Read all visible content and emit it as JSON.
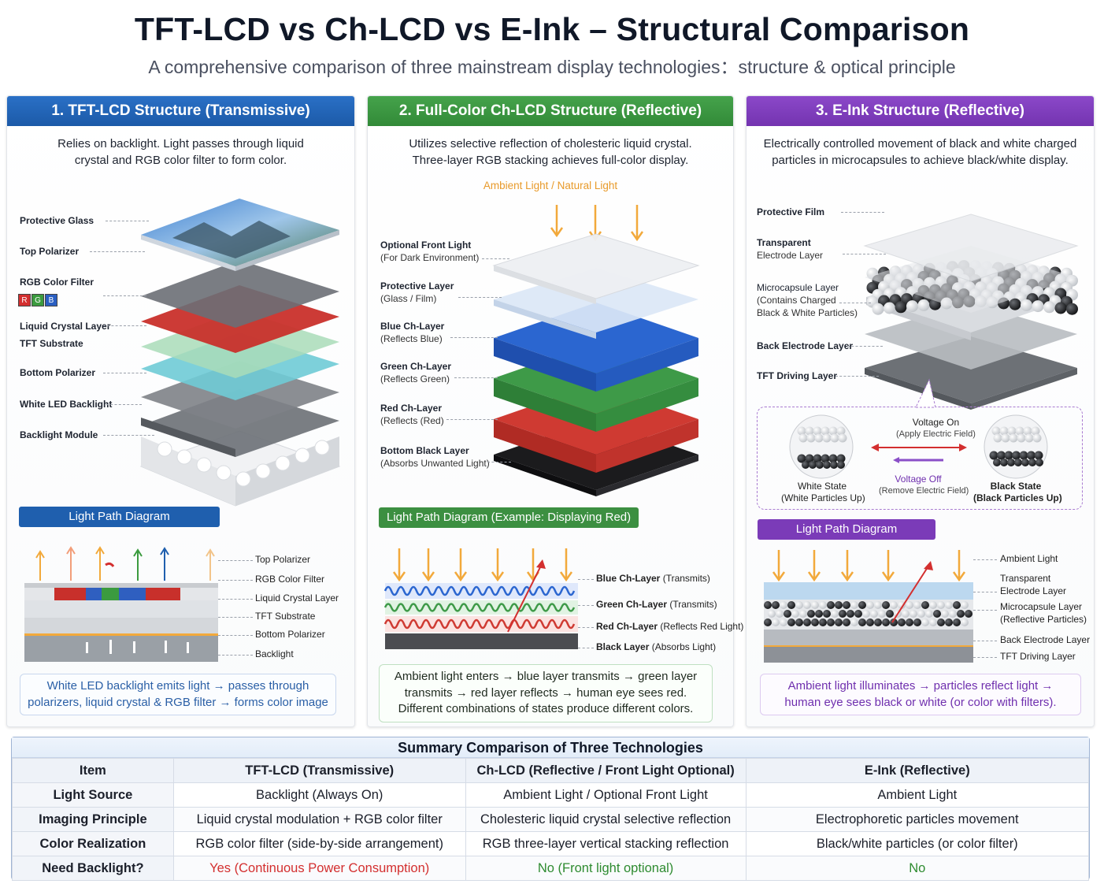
{
  "title": "TFT-LCD vs Ch-LCD vs E-Ink – Structural Comparison",
  "subtitle": "A comprehensive comparison of three mainstream display technologies：structure & optical principle",
  "panels": {
    "tft": {
      "heading": "1. TFT-LCD Structure (Transmissive)",
      "desc": [
        "Relies on backlight. Light passes through liquid",
        "crystal and RGB color filter to form color."
      ],
      "layers": [
        "Protective Glass",
        "Top Polarizer",
        "RGB Color Filter",
        "Liquid Crystal Layer",
        "TFT Substrate",
        "Bottom Polarizer",
        "White LED Backlight",
        "Backlight Module"
      ],
      "rgb_chips": [
        "R",
        "G",
        "B"
      ],
      "diagram_title": "Light Path Diagram",
      "diagram_labels": [
        "Top Polarizer",
        "RGB Color Filter",
        "Liquid Crystal Layer",
        "TFT Substrate",
        "Bottom Polarizer",
        "Backlight"
      ],
      "note": [
        "White LED backlight emits light → passes through",
        "polarizers, liquid crystal & RGB filter → forms color image"
      ]
    },
    "chlcd": {
      "heading": "2. Full-Color Ch-LCD Structure (Reflective)",
      "desc": [
        "Utilizes selective reflection of cholesteric liquid crystal.",
        "Three-layer RGB stacking achieves full-color display."
      ],
      "ambient_label": "Ambient Light / Natural Light",
      "layers": [
        {
          "name": "Optional Front Light",
          "sub": "(For Dark Environment)"
        },
        {
          "name": "Protective Layer",
          "sub": "(Glass / Film)"
        },
        {
          "name": "Blue Ch-Layer",
          "sub": "(Reflects Blue)"
        },
        {
          "name": "Green Ch-Layer",
          "sub": "(Reflects Green)"
        },
        {
          "name": "Red Ch-Layer",
          "sub": "(Reflects (Red)"
        },
        {
          "name": "Bottom Black Layer",
          "sub": "(Absorbs Unwanted Light)"
        }
      ],
      "diagram_title": "Light Path Diagram (Example: Displaying Red)",
      "diagram_labels": [
        {
          "name": "Blue Ch-Layer",
          "sub": "(Transmits)"
        },
        {
          "name": "Green Ch-Layer",
          "sub": "(Transmits)"
        },
        {
          "name": "Red Ch-Layer",
          "sub": "(Reflects Red Light)"
        },
        {
          "name": "Black Layer",
          "sub": "(Absorbs Light)"
        }
      ],
      "note": [
        "Ambient light enters → blue layer transmits → green layer",
        "transmits → red layer reflects → human eye sees red.",
        "Different combinations of states produce different colors."
      ]
    },
    "eink": {
      "heading": "3. E-Ink Structure (Reflective)",
      "desc": [
        "Electrically controlled movement of black and white charged",
        "particles in microcapsules to achieve black/white display."
      ],
      "layers": [
        {
          "name": "Protective Film",
          "sub": ""
        },
        {
          "name": "Transparent",
          "sub": "Electrode Layer"
        },
        {
          "name": "Microcapsule Layer",
          "sub": "(Contains Charged",
          "sub2": "Black & White Particles)"
        },
        {
          "name": "Back Electrode Layer",
          "sub": ""
        },
        {
          "name": "TFT Driving Layer",
          "sub": ""
        }
      ],
      "states": {
        "voltage_on": "Voltage On",
        "voltage_on_sub": "(Apply Electric Field)",
        "voltage_off": "Voltage Off",
        "voltage_off_sub": "(Remove Electric Field)",
        "white_state": "White State",
        "white_state_sub": "(White Particles Up)",
        "black_state": "Black State",
        "black_state_sub": "(Black Particles Up)"
      },
      "diagram_title": "Light Path Diagram",
      "diagram_labels": [
        "Ambient Light",
        "Transparent",
        "Electrode Layer",
        "Microcapsule Layer",
        "(Reflective Particles)",
        "Back Electrode Layer",
        "TFT Driving Layer"
      ],
      "note": [
        "Ambient light illuminates → particles reflect light →",
        "human eye sees black or white (or color with filters)."
      ]
    }
  },
  "summary": {
    "title": "Summary Comparison of Three Technologies",
    "headers": [
      "Item",
      "TFT-LCD (Transmissive)",
      "Ch-LCD (Reflective / Front Light Optional)",
      "E-Ink (Reflective)"
    ],
    "rows": [
      [
        "Light Source",
        "Backlight (Always On)",
        "Ambient Light / Optional Front Light",
        "Ambient Light"
      ],
      [
        "Imaging Principle",
        "Liquid crystal modulation + RGB color filter",
        "Cholesteric liquid crystal selective reflection",
        "Electrophoretic particles movement"
      ],
      [
        "Color Realization",
        "RGB color filter (side-by-side arrangement)",
        "RGB three-layer vertical stacking reflection",
        "Black/white particles (or color filter)"
      ],
      [
        "Need Backlight?",
        "Yes (Continuous Power Consumption)",
        "No (Front light optional)",
        "No"
      ]
    ]
  },
  "colors": {
    "tft_accent": "#1f5fae",
    "chlcd_accent": "#3c8f41",
    "eink_accent": "#7b3bb8",
    "ambient_arrow": "#f2a93b",
    "yes_red": "#d32f2f",
    "no_green": "#2e8b30"
  }
}
